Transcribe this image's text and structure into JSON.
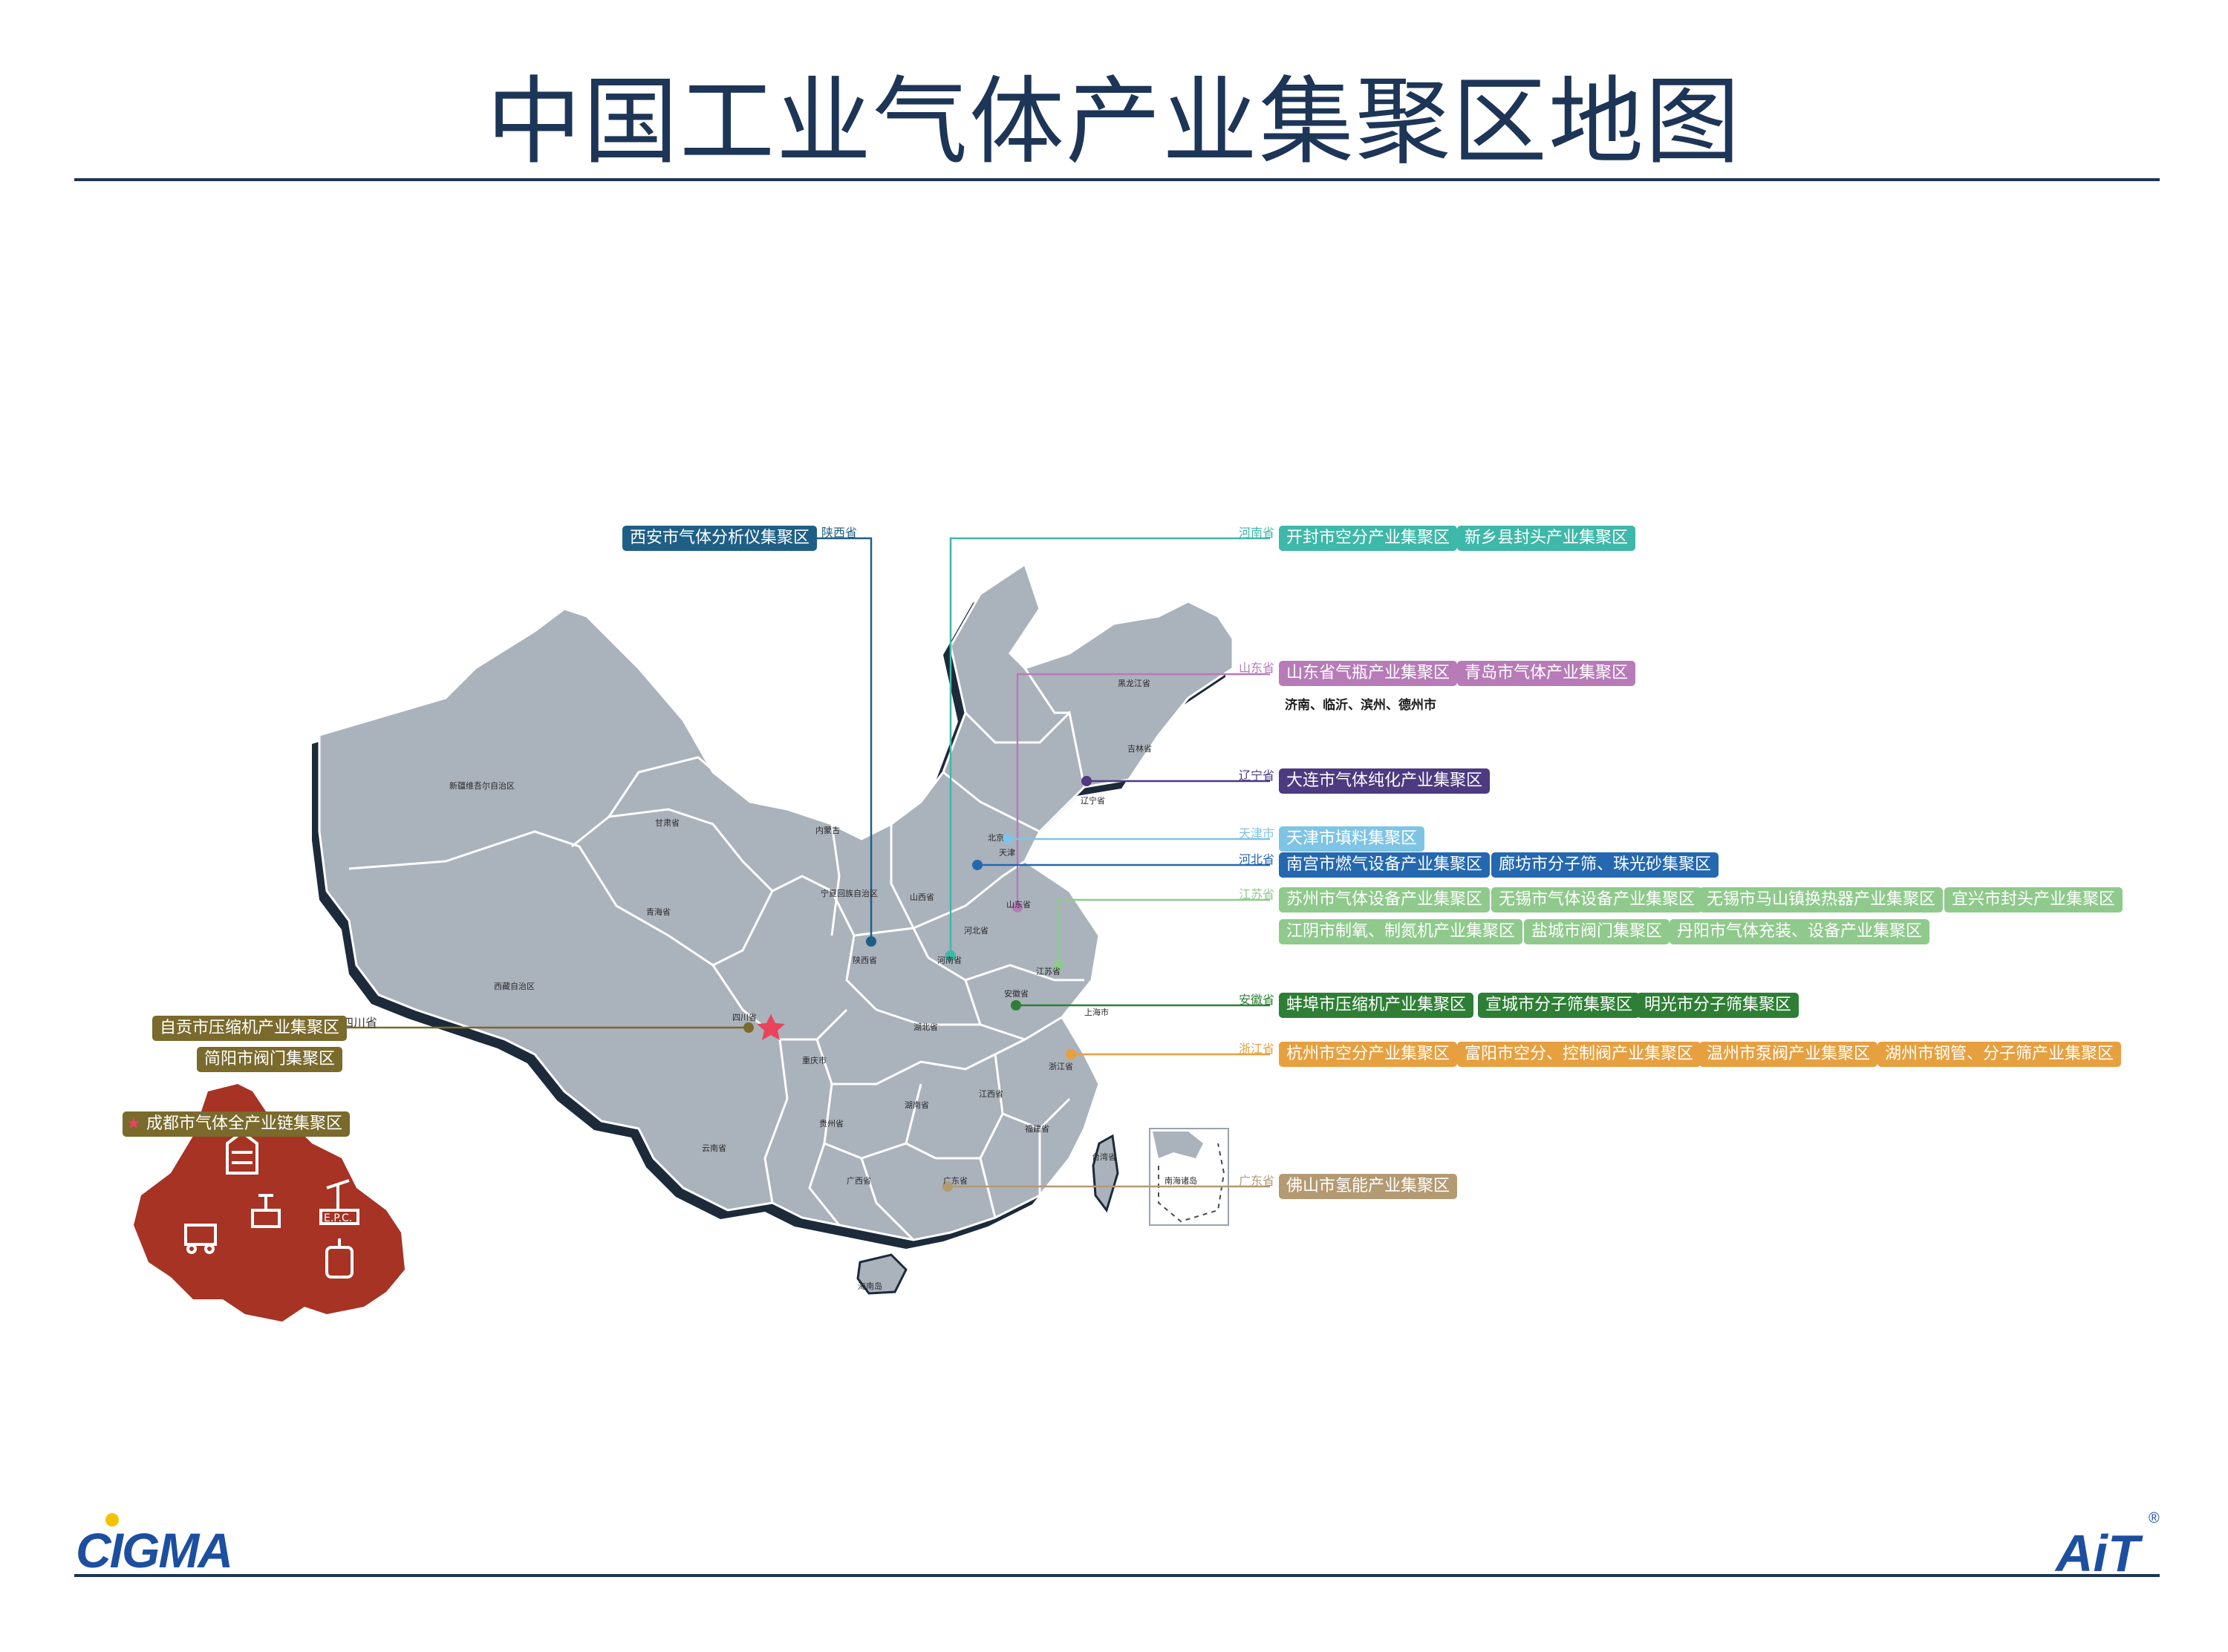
{
  "title": "中国工业气体产业集聚区地图",
  "colors": {
    "title": "#1d3557",
    "rule": "#1f3552",
    "map_fill": "#aab2bc",
    "map_shadow": "#1d2a3a",
    "chengdu_fill": "#a63324",
    "star": "#e8445a"
  },
  "map_labels": [
    "新疆维吾尔自治区",
    "西藏自治区",
    "青海省",
    "甘肃省",
    "内蒙古",
    "宁夏回族自治区",
    "陕西省",
    "山西省",
    "河北省",
    "北京",
    "天津",
    "河南省",
    "山东省",
    "江苏省",
    "上海市",
    "安徽省",
    "湖北省",
    "浙江省",
    "四川省",
    "重庆市",
    "贵州省",
    "湖南省",
    "江西省",
    "福建省",
    "云南省",
    "广西省",
    "广东省",
    "海南岛",
    "台湾省",
    "黑龙江省",
    "吉林省",
    "辽宁省",
    "南海诸岛"
  ],
  "clusters": [
    {
      "province": "陕西省",
      "color": "#1f5f85",
      "tags": [
        "西安市气体分析仪集聚区"
      ]
    },
    {
      "province": "河南省",
      "color": "#3eb8a8",
      "tags": [
        "开封市空分产业集聚区",
        "新乡县封头产业集聚区"
      ]
    },
    {
      "province": "山东省",
      "color": "#b77bb8",
      "tags": [
        "山东省气瓶产业集聚区",
        "青岛市气体产业集聚区"
      ],
      "note": "济南、临沂、滨州、德州市"
    },
    {
      "province": "辽宁省",
      "color": "#4d3a80",
      "tags": [
        "大连市气体纯化产业集聚区"
      ]
    },
    {
      "province": "天津市",
      "color": "#7fc4e4",
      "tags": [
        "天津市填料集聚区"
      ]
    },
    {
      "province": "河北省",
      "color": "#2468b0",
      "tags": [
        "南宫市燃气设备产业集聚区",
        "廊坊市分子筛、珠光砂集聚区"
      ]
    },
    {
      "province": "江苏省",
      "color": "#8fca8c",
      "tags": [
        "苏州市气体设备产业集聚区",
        "无锡市气体设备产业集聚区",
        "无锡市马山镇换热器产业集聚区",
        "宜兴市封头产业集聚区",
        "江阴市制氧、制氮机产业集聚区",
        "盐城市阀门集聚区",
        "丹阳市气体充装、设备产业集聚区"
      ]
    },
    {
      "province": "安徽省",
      "color": "#2e7f35",
      "tags": [
        "蚌埠市压缩机产业集聚区",
        "宣城市分子筛集聚区",
        "明光市分子筛集聚区"
      ]
    },
    {
      "province": "浙江省",
      "color": "#e7a03f",
      "tags": [
        "杭州市空分产业集聚区",
        "富阳市空分、控制阀产业集聚区",
        "温州市泵阀产业集聚区",
        "湖州市钢管、分子筛产业集聚区"
      ]
    },
    {
      "province": "广东省",
      "color": "#b39a73",
      "tags": [
        "佛山市氢能产业集聚区"
      ]
    },
    {
      "province": "四川省",
      "color": "#7a6a2c",
      "tags": [
        "自贡市压缩机产业集聚区",
        "简阳市阀门集聚区",
        "成都市气体全产业链集聚区"
      ]
    }
  ],
  "chengdu_icons": [
    "factory-icon",
    "gas-tank-icon",
    "compressor-icon",
    "valve-icon",
    "epc-crane-icon",
    "cylinder-icon"
  ],
  "chengdu_epc_text": "E.P.C.",
  "logos": {
    "left": "CIGMA",
    "right": "AiT",
    "reg": "®"
  }
}
